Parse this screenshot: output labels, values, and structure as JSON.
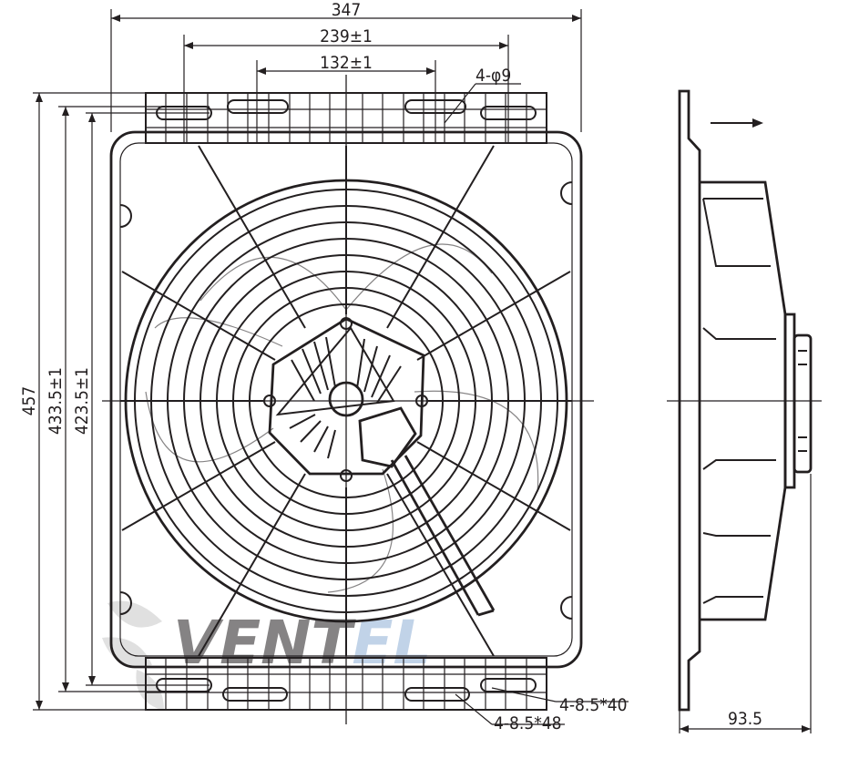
{
  "dimensions": {
    "overall_width": "347",
    "mid_spacing": "239±1",
    "inner_spacing": "132±1",
    "top_holes": "4-φ9",
    "overall_height": "457",
    "height_433": "433.5±1",
    "height_423": "423.5±1",
    "slot_40": "4-8.5*40",
    "slot_48": "4-8.5*48",
    "depth": "93.5"
  },
  "watermark": {
    "text_main": "VENT",
    "text_accent": "EL",
    "color_main": "#c8c8c8",
    "color_accent": "#8fb0d6"
  },
  "colors": {
    "line": "#231f20"
  }
}
